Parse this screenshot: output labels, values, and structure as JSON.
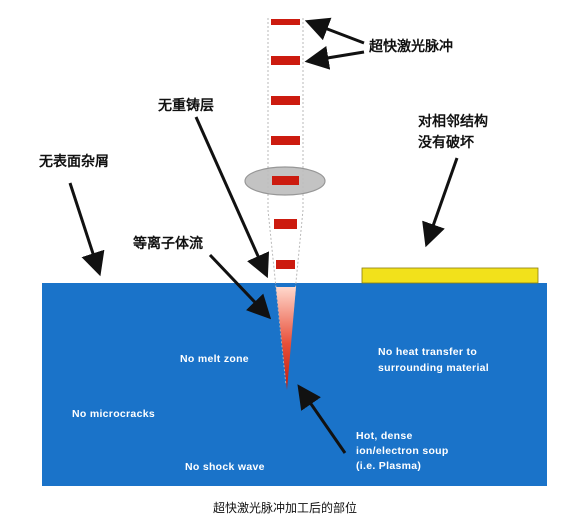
{
  "labels": {
    "ultrafast_pulse": "超快激光脉冲",
    "no_recast_layer": "无重铸层",
    "no_surface_debris": "无表面杂屑",
    "plasma_flow": "等离子体流",
    "neighbor_line1": "对相邻结构",
    "neighbor_line2": "没有破坏"
  },
  "zone_text": {
    "no_melt_zone": "No melt zone",
    "no_heat_line1": "No heat transfer to",
    "no_heat_line2": "surrounding material",
    "no_microcracks": "No microcracks",
    "hot_dense_line1": "Hot, dense",
    "hot_dense_line2": "ion/electron soup",
    "hot_dense_line3": "(i.e. Plasma)",
    "no_shock_wave": "No shock wave"
  },
  "caption": "超快激光脉冲加工后的部位",
  "colors": {
    "material": "#1a73c9",
    "pulse": "#cc1b0f",
    "neighbor_structure": "#f2e11b",
    "arrow": "#111111",
    "focus_ellipse": "#a9a9a9"
  }
}
